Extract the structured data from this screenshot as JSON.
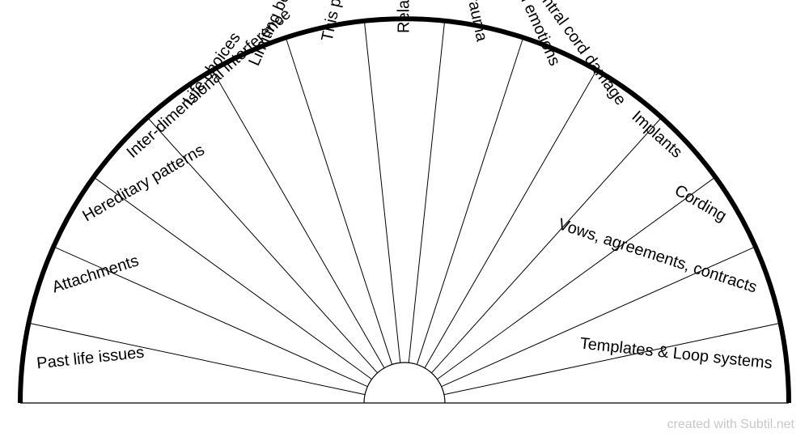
{
  "chart_data": {
    "type": "semicircle-chart",
    "sectors": [
      "Past life issues",
      "Attachments",
      "Hereditary patterns",
      "Inter-dimensional interference",
      "Life choices",
      "Limiting beliefs",
      "This past life issues",
      "Relationships",
      "Trauma",
      "Trapped emotions",
      "Central cord damage",
      "Implants",
      "Cording",
      "Vows, agreements, contracts",
      "Templates & Loop systems"
    ],
    "colors": {
      "line": "#000000",
      "background": "#ffffff",
      "watermark": "#c8c8c8"
    }
  },
  "footer": {
    "watermark": "created with Subtil.net"
  }
}
